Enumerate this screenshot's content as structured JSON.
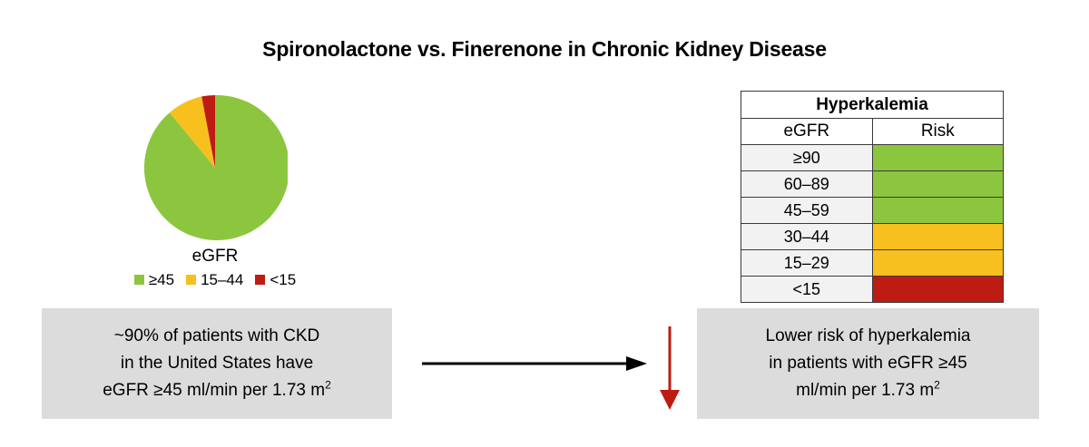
{
  "title": "Spironolactone vs. Finerenone in Chronic Kidney Disease",
  "colors": {
    "green": "#8CC63F",
    "yellow": "#F7C01E",
    "red": "#BE1B12",
    "box_gray": "#DCDCDC",
    "table_row_gray": "#F2F2F2",
    "border": "#3A3A3A",
    "arrow_black": "#000000",
    "arrow_red": "#BE1B12"
  },
  "pie": {
    "legend_title": "eGFR",
    "legend": [
      {
        "label": "≥45",
        "color_key": "green"
      },
      {
        "label": "15–44",
        "color_key": "yellow"
      },
      {
        "label": "<15",
        "color_key": "red"
      }
    ]
  },
  "table": {
    "title": "Hyperkalemia",
    "columns": [
      "eGFR",
      "Risk"
    ],
    "rows": [
      {
        "egfr": "≥90",
        "risk_color_key": "green"
      },
      {
        "egfr": "60–89",
        "risk_color_key": "green"
      },
      {
        "egfr": "45–59",
        "risk_color_key": "green"
      },
      {
        "egfr": "30–44",
        "risk_color_key": "yellow"
      },
      {
        "egfr": "15–29",
        "risk_color_key": "yellow"
      },
      {
        "egfr": "<15",
        "risk_color_key": "red"
      }
    ]
  },
  "captions": {
    "left_line1": "~90% of patients with CKD",
    "left_line2": "in the United States have",
    "left_line3_pre": "eGFR ≥45 ml/min per 1.73 m",
    "left_line3_sup": "2",
    "right_line1": "Lower risk of hyperkalemia",
    "right_line2": "in patients with eGFR ≥45",
    "right_line3_pre": "ml/min per 1.73 m",
    "right_line3_sup": "2"
  },
  "chart_data": {
    "type": "pie",
    "title": "eGFR",
    "categories": [
      "≥45",
      "15–44",
      "<15"
    ],
    "values": [
      90,
      7,
      3
    ],
    "unit": "percent of CKD patients",
    "colors": [
      "#8CC63F",
      "#F7C01E",
      "#BE1B12"
    ],
    "legend_position": "bottom",
    "start_angle_deg": 90,
    "direction": "counterclockwise",
    "annotations": [
      "~90% of patients with CKD in the United States have eGFR ≥45 ml/min per 1.73 m2"
    ]
  }
}
